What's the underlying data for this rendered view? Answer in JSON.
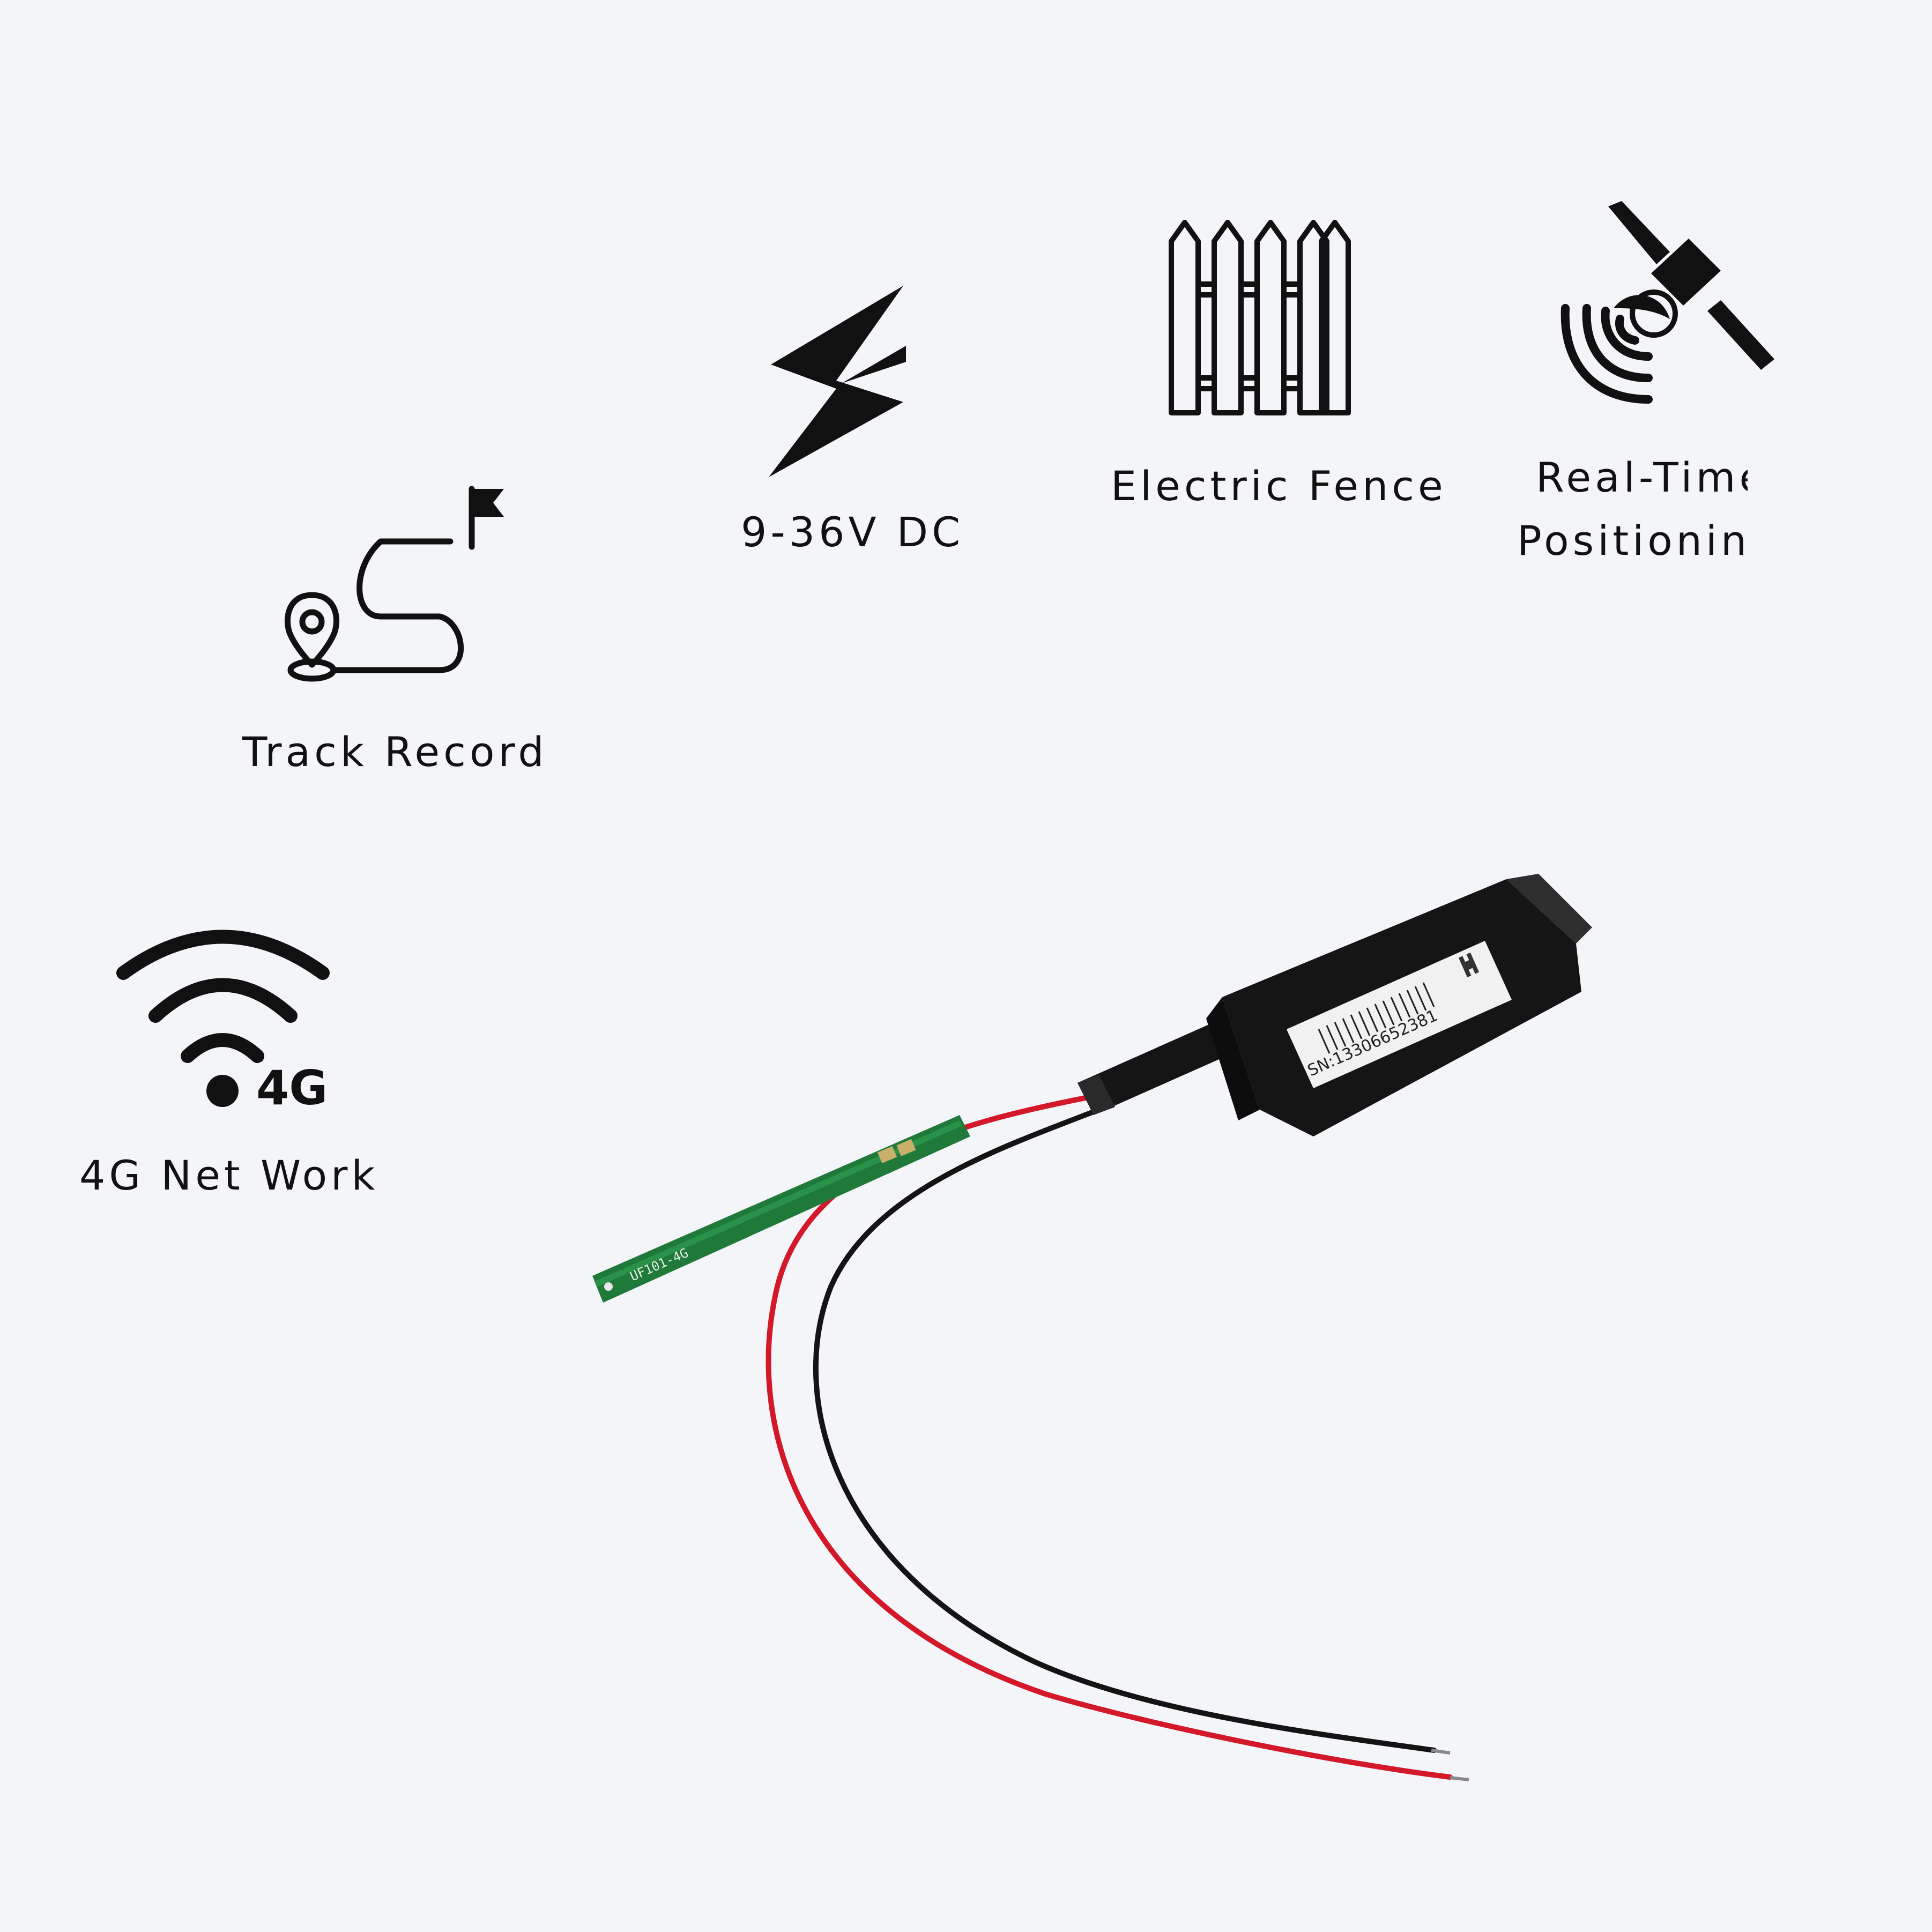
{
  "features": {
    "track_record": {
      "label": "Track Record",
      "icon": "route-map-pin-flag-icon"
    },
    "voltage": {
      "label": "9-36V DC",
      "icon": "lightning-bolt-icon"
    },
    "electric_fence": {
      "label": "Electric Fence",
      "icon": "fence-icon"
    },
    "positioning": {
      "line1": "Real-Time",
      "line2": "Positioning",
      "icon": "satellite-signal-icon"
    },
    "network": {
      "label": "4G Net Work",
      "badge": "4G",
      "icon": "wifi-signal-icon"
    }
  },
  "product": {
    "name": "gps-tracker-device",
    "serial_text": "SN:13306652381",
    "pcb_marking": "UF101-4G",
    "wire_colors": {
      "red": "#d3182a",
      "black": "#141414"
    },
    "pcb_color": "#1f7a3a"
  }
}
